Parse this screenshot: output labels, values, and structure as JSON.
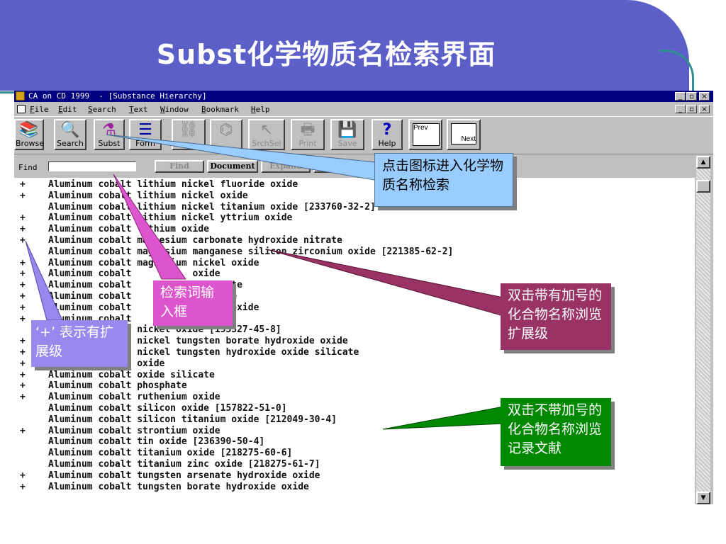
{
  "slide": {
    "title": "Subst化学物质名检索界面"
  },
  "window": {
    "title": "CA on CD 1999  - [Substance Hierarchy]",
    "controls": {
      "minimize": "_",
      "maximize": "▫",
      "close": "×"
    }
  },
  "menu": [
    "File",
    "Edit",
    "Search",
    "Text",
    "Window",
    "Bookmark",
    "Help"
  ],
  "toolbar": [
    {
      "label": "Browse",
      "icon": "book-stack-icon",
      "glyph": "📚"
    },
    {
      "label": "Search",
      "icon": "magnifier-icon",
      "glyph": "🔍"
    },
    {
      "label": "Subst",
      "icon": "flask-icon",
      "glyph": "⚗"
    },
    {
      "label": "Form",
      "icon": "form-lines-icon",
      "glyph": "☰"
    },
    {
      "label": "",
      "icon": "chain-icon",
      "glyph": "⛓"
    },
    {
      "label": "",
      "icon": "structure-icon",
      "glyph": "⌬"
    },
    {
      "label": "SrchSel",
      "icon": "pointer-search-icon",
      "glyph": "↖"
    },
    {
      "label": "Print",
      "icon": "printer-icon",
      "glyph": "🖶"
    },
    {
      "label": "Save",
      "icon": "floppy-icon",
      "glyph": "💾"
    },
    {
      "label": "Help",
      "icon": "question-icon",
      "glyph": "?"
    },
    {
      "label": "Prev",
      "icon": "prev-page-icon",
      "glyph": ""
    },
    {
      "label": "Next",
      "icon": "next-page-icon",
      "glyph": ""
    }
  ],
  "findbar": {
    "label": "Find",
    "value": "",
    "buttons": [
      "Find",
      "Document",
      "Expand"
    ]
  },
  "rows": [
    {
      "plus": "+",
      "text": "Aluminum cobalt lithium nickel fluoride oxide"
    },
    {
      "plus": "+",
      "text": "Aluminum cobalt lithium nickel oxide"
    },
    {
      "plus": "",
      "text": "Aluminum cobalt lithium nickel titanium oxide [233760-32-2]"
    },
    {
      "plus": "+",
      "text": "Aluminum cobalt lithium nickel yttrium oxide"
    },
    {
      "plus": "+",
      "text": "Aluminum cobalt lithium oxide"
    },
    {
      "plus": "+",
      "text": "Aluminum cobalt magnesium carbonate hydroxide nitrate"
    },
    {
      "plus": "",
      "text": "Aluminum cobalt magnesium manganese silicon zirconium oxide [221385-62-2]"
    },
    {
      "plus": "+",
      "text": "Aluminum cobalt magnesium nickel oxide"
    },
    {
      "plus": "+",
      "text": "Aluminum cobalt           oxide"
    },
    {
      "plus": "+",
      "text": "Aluminum cobalt           phosphate"
    },
    {
      "plus": "+",
      "text": "Aluminum cobalt           silicide"
    },
    {
      "plus": "+",
      "text": "Aluminum cobalt           sodium oxide"
    },
    {
      "plus": "+",
      "text": "Aluminum cobalt           oxide"
    },
    {
      "plus": "",
      "text": "Aluminum cobalt nickel oxide [153327-45-8]"
    },
    {
      "plus": "+",
      "text": "Aluminum cobalt nickel tungsten borate hydroxide oxide"
    },
    {
      "plus": "+",
      "text": "Aluminum cobalt nickel tungsten hydroxide oxide silicate"
    },
    {
      "plus": "+",
      "text": "Aluminum cobalt oxide"
    },
    {
      "plus": "+",
      "text": "Aluminum cobalt oxide silicate"
    },
    {
      "plus": "+",
      "text": "Aluminum cobalt phosphate"
    },
    {
      "plus": "+",
      "text": "Aluminum cobalt ruthenium oxide"
    },
    {
      "plus": "",
      "text": "Aluminum cobalt silicon oxide [157822-51-0]"
    },
    {
      "plus": "",
      "text": "Aluminum cobalt silicon titanium oxide [212049-30-4]"
    },
    {
      "plus": "+",
      "text": "Aluminum cobalt strontium oxide"
    },
    {
      "plus": "",
      "text": "Aluminum cobalt tin oxide [236390-50-4]"
    },
    {
      "plus": "",
      "text": "Aluminum cobalt titanium oxide [218275-60-6]"
    },
    {
      "plus": "",
      "text": "Aluminum cobalt titanium zinc oxide [218275-61-7]"
    },
    {
      "plus": "+",
      "text": "Aluminum cobalt tungsten arsenate hydroxide oxide"
    },
    {
      "plus": "+",
      "text": "Aluminum cobalt tungsten borate hydroxide oxide"
    }
  ],
  "callouts": {
    "subst_icon": {
      "text": "点击图标进入化学物质名称检索",
      "color": "#99ccff"
    },
    "find_box": {
      "text": "检索词输入框",
      "color": "#dd55cc"
    },
    "plus_sign": {
      "text": "‘+’ 表示有扩展级",
      "color": "#9988ee"
    },
    "with_plus": {
      "text": "双击带有加号的化合物名称浏览扩展级",
      "color": "#993366"
    },
    "without_plus": {
      "text": "双击不带加号的化合物名称浏览记录文献",
      "color": "#008800"
    }
  }
}
